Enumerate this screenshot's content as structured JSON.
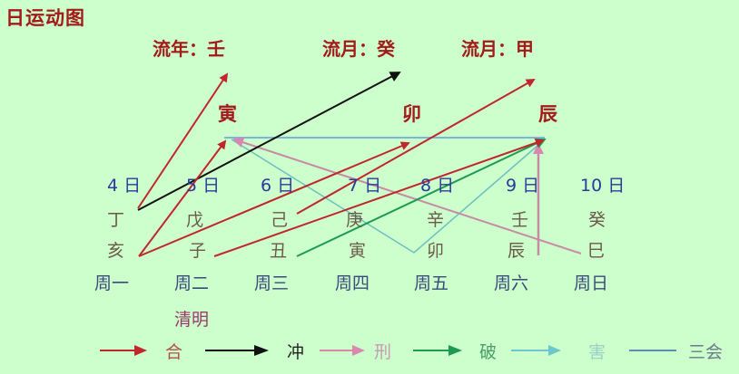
{
  "title": "日运动图",
  "flow": {
    "year": "流年：壬",
    "month1": "流月：癸",
    "month2": "流月：甲"
  },
  "top_branches": [
    "寅",
    "卯",
    "辰"
  ],
  "days": [
    {
      "date": "4 日",
      "stem": "丁",
      "branch": "亥",
      "weekday": "周一"
    },
    {
      "date": "5 日",
      "stem": "戊",
      "branch": "子",
      "weekday": "周二",
      "note": "清明"
    },
    {
      "date": "6 日",
      "stem": "己",
      "branch": "丑",
      "weekday": "周三"
    },
    {
      "date": "7 日",
      "stem": "庚",
      "branch": "寅",
      "weekday": "周四"
    },
    {
      "date": "8 日",
      "stem": "辛",
      "branch": "卯",
      "weekday": "周五"
    },
    {
      "date": "9 日",
      "stem": "壬",
      "branch": "辰",
      "weekday": "周六"
    },
    {
      "date": "10 日",
      "stem": "癸",
      "branch": "巳",
      "weekday": "周日"
    }
  ],
  "legend": [
    {
      "label": "合",
      "color": "#c0272d",
      "type": "arrow"
    },
    {
      "label": "冲",
      "color": "#111111",
      "type": "arrow"
    },
    {
      "label": "刑",
      "color": "#d987b0",
      "type": "arrow"
    },
    {
      "label": "破",
      "color": "#1f9a55",
      "type": "arrow"
    },
    {
      "label": "害",
      "color": "#6cc8cc",
      "type": "arrow"
    },
    {
      "label": "三会",
      "color": "#5a8fb0",
      "type": "line"
    }
  ],
  "colors": {
    "background": "#ccffcc",
    "he": "#c0272d",
    "chong": "#111111",
    "xing": "#c98aa6",
    "po": "#1f9a55",
    "hai": "#6cc0c0",
    "sanhui": "#7ab8d8"
  }
}
